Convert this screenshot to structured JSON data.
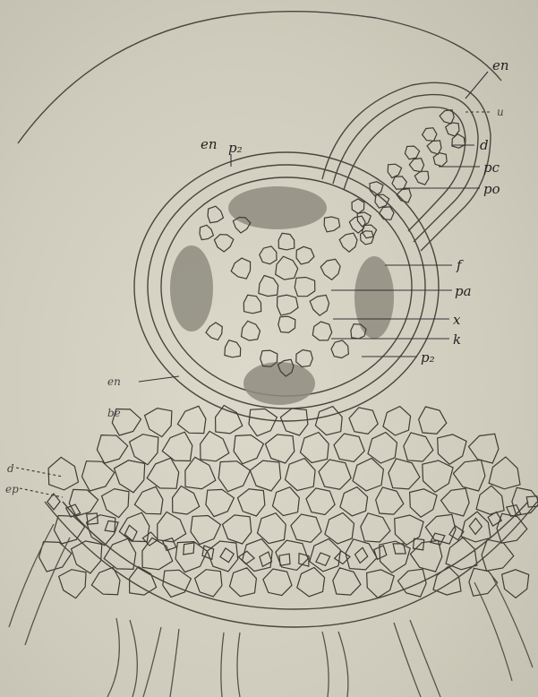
{
  "labels": {
    "en_top": "en",
    "u": "u",
    "d": "d",
    "pc": "pc",
    "po": "po",
    "en_left": "en",
    "p2_top": "p₂",
    "f": "f",
    "pa": "pa",
    "x": "x",
    "k": "k",
    "p2_bottom": "p₂",
    "en_lower": "en",
    "be": "be",
    "d_left": "d",
    "ep": "ep"
  },
  "colors": {
    "background": "#d2cebf",
    "ink": "#3d3b34",
    "shading": "#8f8c80"
  }
}
